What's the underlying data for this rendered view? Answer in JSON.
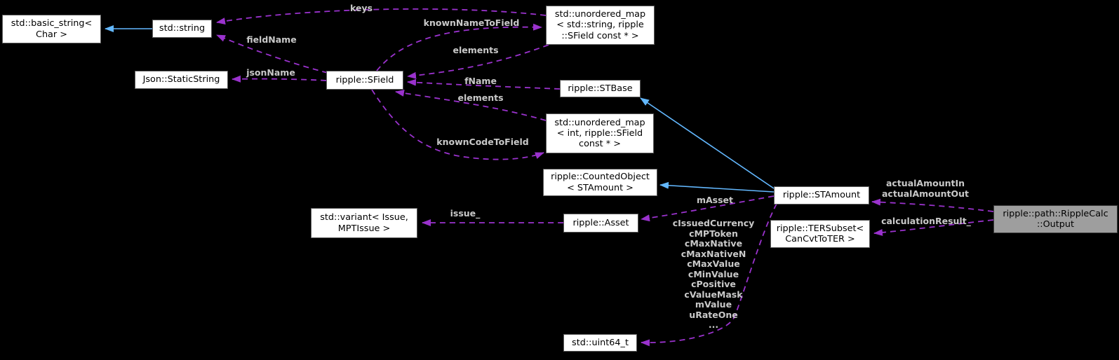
{
  "diagram": {
    "kind": "collaboration-graph",
    "colors": {
      "background": "#000000",
      "node_fill": "#ffffff",
      "node_border": "#5c5c5c",
      "node_text": "#000000",
      "focus_node_fill": "#9e9e9e",
      "usage_edge": "#9a32cd",
      "inheritance_edge": "#63b8ff",
      "edge_label_text": "#c9c9c9"
    }
  },
  "nodes": {
    "basic_string": {
      "label": "std::basic_string<\nChar >"
    },
    "string": {
      "label": "std::string"
    },
    "static_string": {
      "label": "Json::StaticString"
    },
    "sfield": {
      "label": "ripple::SField"
    },
    "unordered_map_string": {
      "label": "std::unordered_map\n< std::string, ripple\n::SField const * >"
    },
    "stbase": {
      "label": "ripple::STBase"
    },
    "unordered_map_int": {
      "label": "std::unordered_map\n< int, ripple::SField\nconst * >"
    },
    "counted_object": {
      "label": "ripple::CountedObject\n< STAmount >"
    },
    "variant": {
      "label": "std::variant< Issue,\nMPTIssue >"
    },
    "asset": {
      "label": "ripple::Asset"
    },
    "stamount": {
      "label": "ripple::STAmount"
    },
    "tersubset": {
      "label": "ripple::TERSubset<\nCanCvtToTER >"
    },
    "uint64": {
      "label": "std::uint64_t"
    },
    "output": {
      "label": "ripple::path::RippleCalc\n::Output"
    }
  },
  "edge_labels": {
    "keys": "keys",
    "known_name_to_field": "knownNameToField",
    "field_name": "fieldName",
    "json_name": "jsonName",
    "elements_top": "elements",
    "f_name": "fName",
    "elements_bottom": "elements",
    "known_code_to_field": "knownCodeToField",
    "issue": "issue_",
    "m_asset": "mAsset",
    "stamount_members": "cIssuedCurrency\ncMPToken\ncMaxNative\ncMaxNativeN\ncMaxValue\ncMinValue\ncPositive\ncValueMask\nmValue\nuRateOne\n...",
    "actual_amounts": "actualAmountIn\nactualAmountOut",
    "calculation_result": "calculationResult_"
  }
}
